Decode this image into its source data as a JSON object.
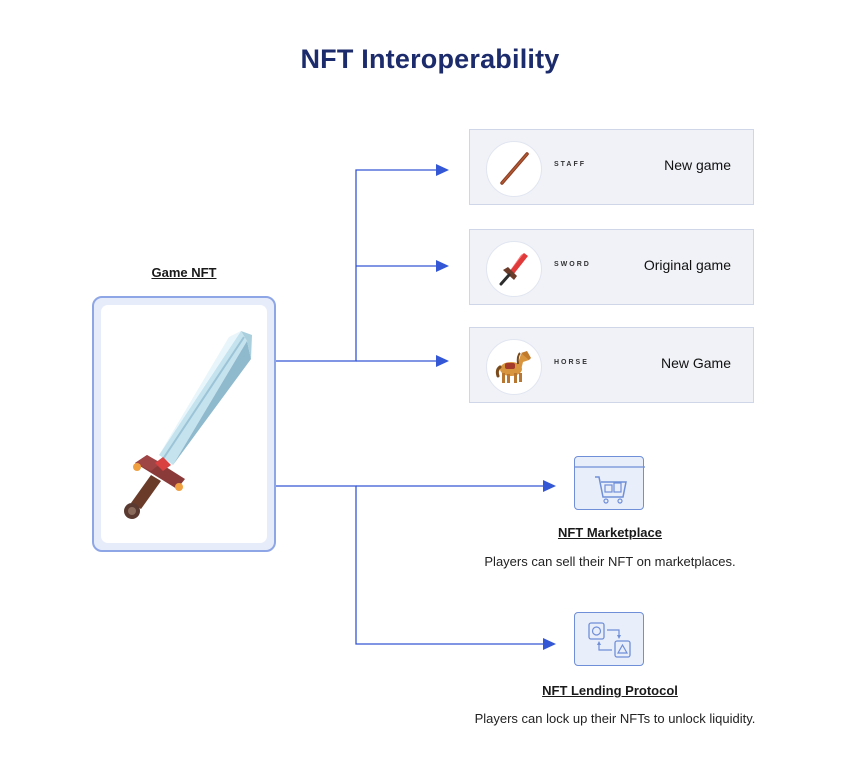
{
  "title": "NFT Interoperability",
  "source": {
    "label": "Game NFT",
    "icon": "sword-icon"
  },
  "items": [
    {
      "name": "STAFF",
      "game": "New game",
      "icon": "staff-icon"
    },
    {
      "name": "SWORD",
      "game": "Original game",
      "icon": "red-sword-icon"
    },
    {
      "name": "HORSE",
      "game": "New Game",
      "icon": "horse-icon"
    }
  ],
  "uses": [
    {
      "title": "NFT Marketplace",
      "description": "Players can sell their NFT on marketplaces.",
      "icon": "shopping-cart-icon"
    },
    {
      "title": "NFT Lending Protocol",
      "description": "Players can lock up their NFTs to unlock liquidity.",
      "icon": "swap-shapes-icon"
    }
  ],
  "colors": {
    "title": "#1c2b6b",
    "connector": "#3457d5",
    "card_border": "#8ea6e6",
    "item_bg": "#f0f2f8"
  }
}
